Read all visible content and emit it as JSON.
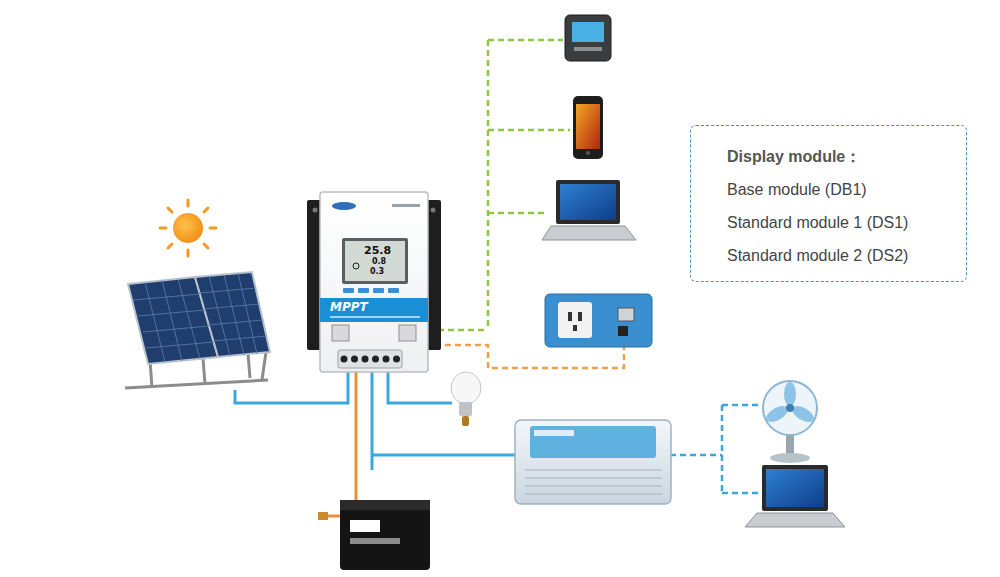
{
  "diagram": {
    "nodes": [
      {
        "text": [
          "25.8",
          "0.8",
          "0.3",
          "MPPT"
        ]
      },
      {
        "text": [
          "Display module：",
          "Base module (DB1)",
          "Standard module 1 (DS1)",
          "Standard module 2 (DS2)"
        ]
      }
    ]
  }
}
